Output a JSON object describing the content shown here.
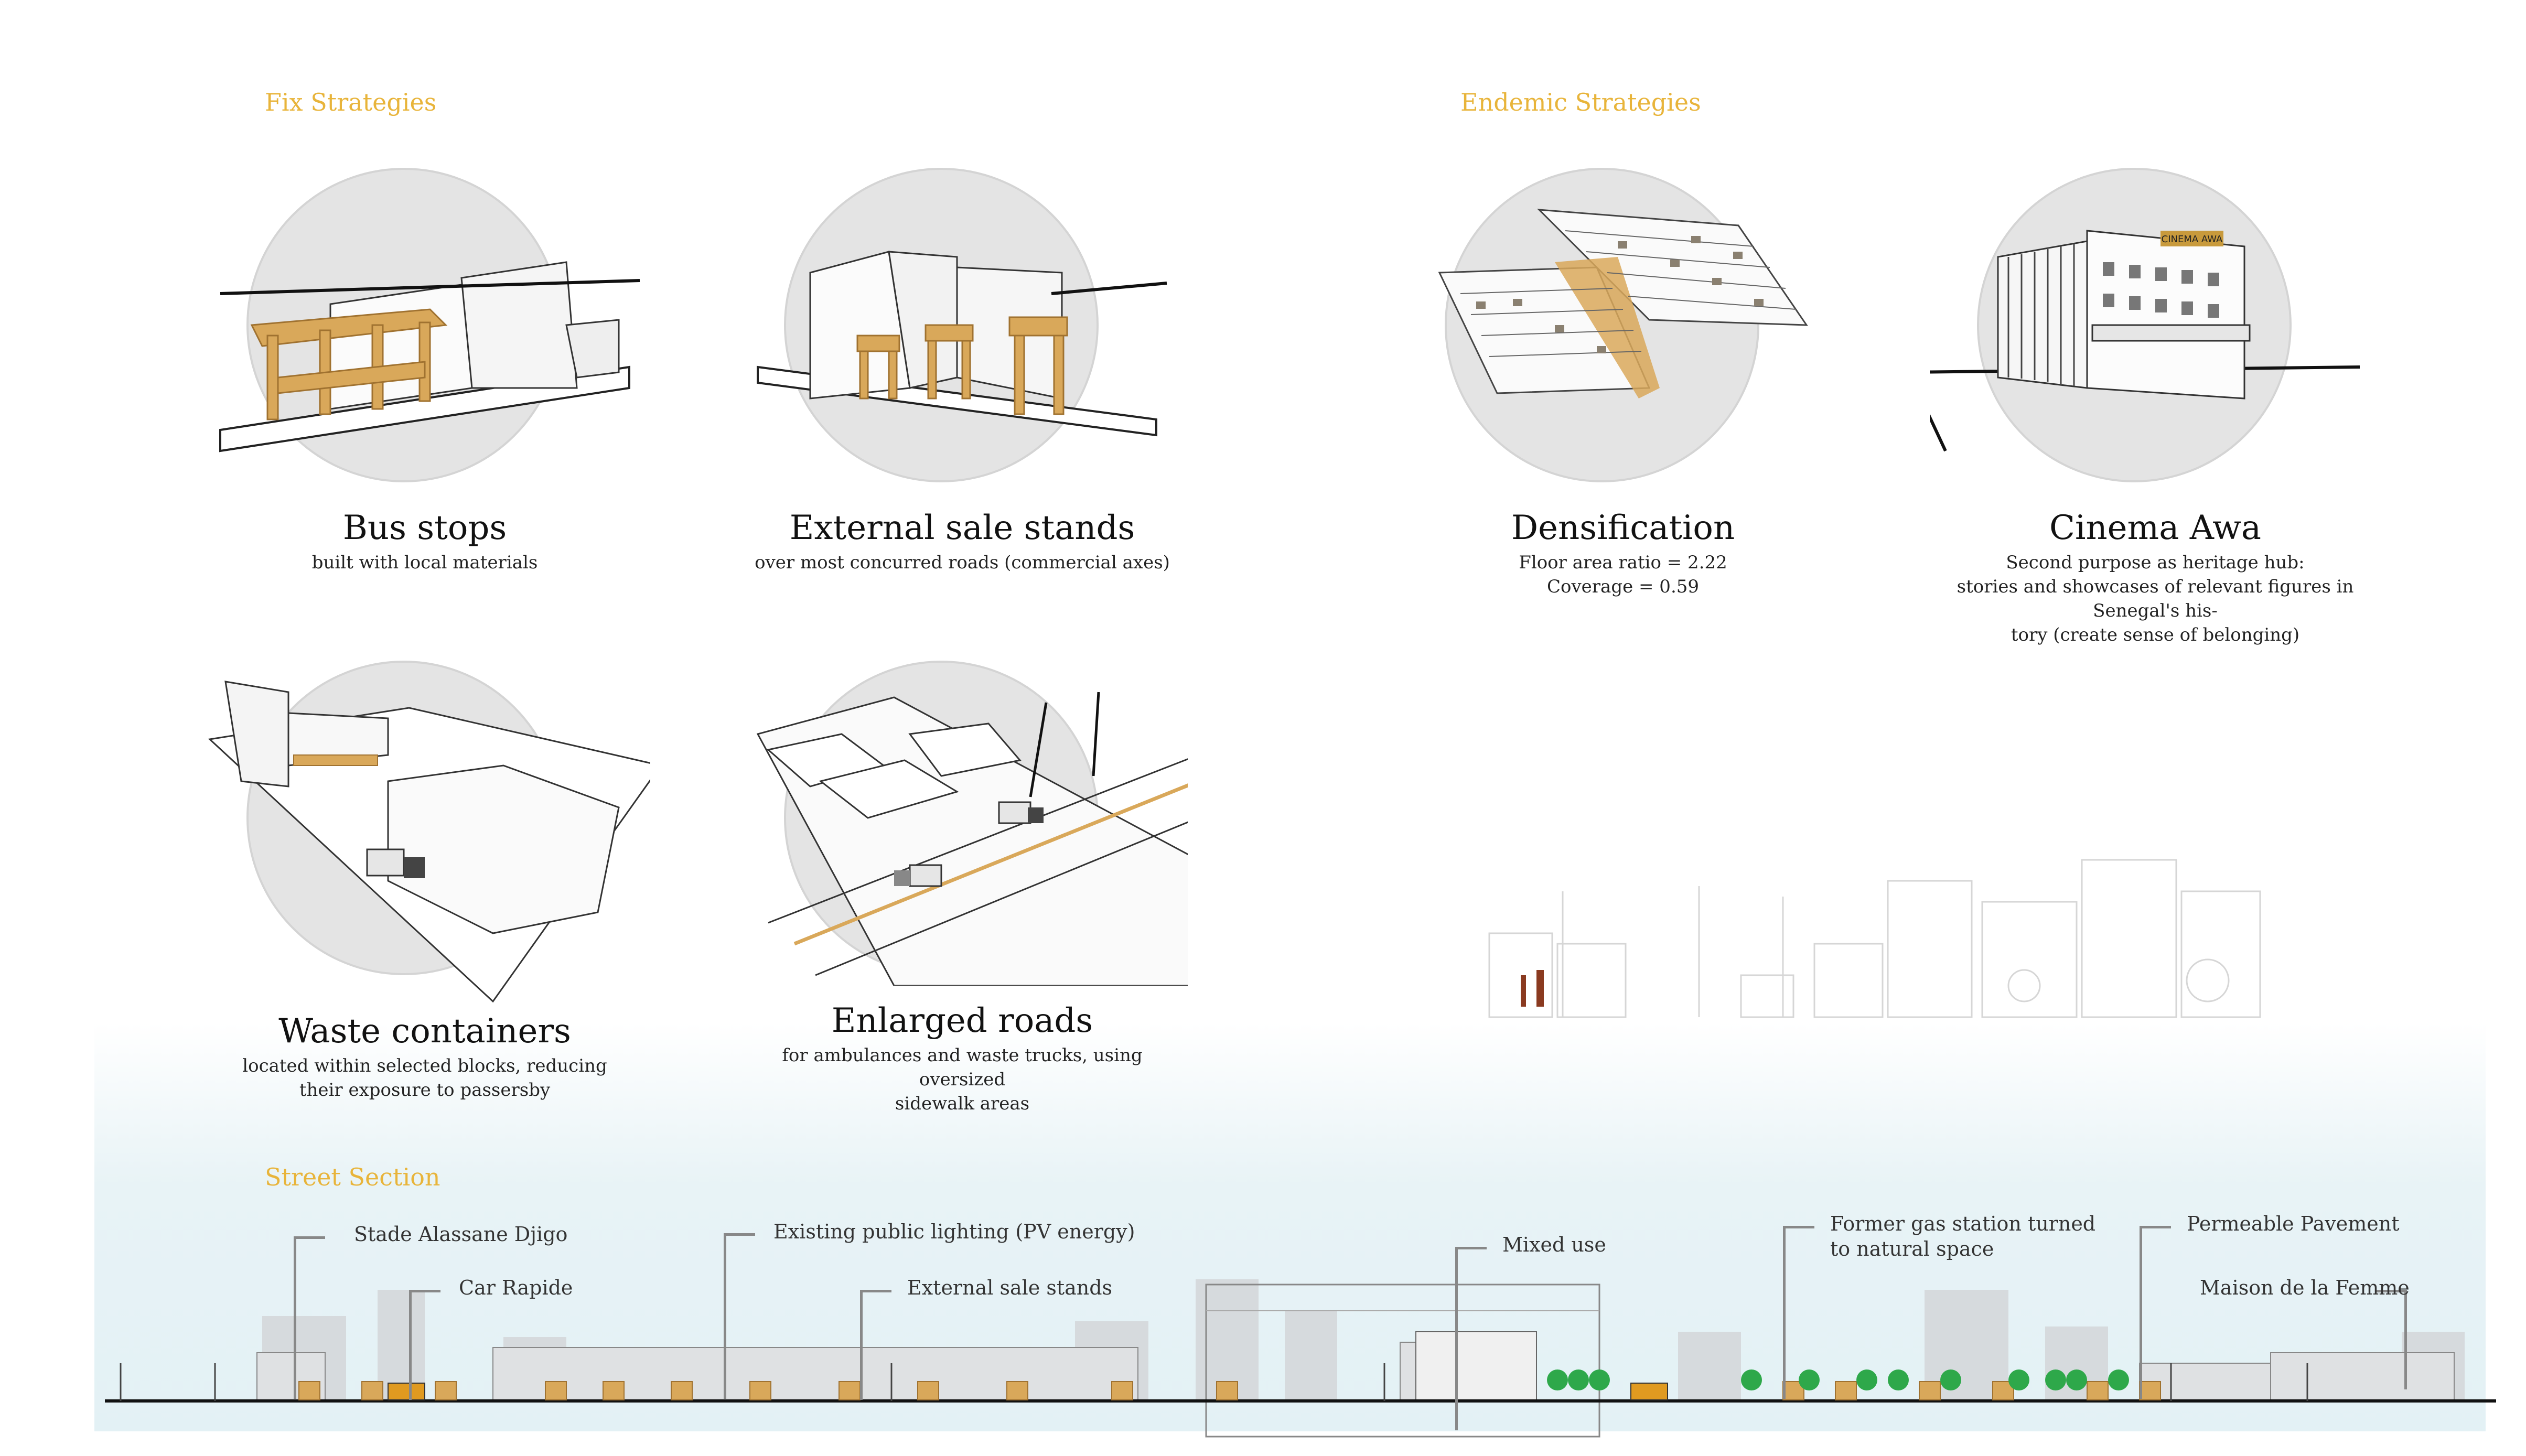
{
  "sections": {
    "fix": "Fix Strategies",
    "endemic": "Endemic Strategies",
    "street": "Street Section"
  },
  "cards": {
    "bus_stops": {
      "title": "Bus stops",
      "desc": "built with local materials"
    },
    "sale_stands": {
      "title": "External sale stands",
      "desc": "over most concurred roads (commercial axes)"
    },
    "densification": {
      "title": "Densification",
      "desc": "Floor area ratio = 2.22\nCoverage = 0.59"
    },
    "cinema": {
      "title": "Cinema Awa",
      "desc": "Second purpose as heritage hub:\nstories and showcases of relevant figures in Senegal's his-\ntory (create sense of belonging)"
    },
    "waste": {
      "title": "Waste containers",
      "desc": "located within selected blocks, reducing\ntheir exposure to passersby"
    },
    "roads": {
      "title": "Enlarged roads",
      "desc": "for ambulances and waste trucks, using oversized\nsidewalk areas"
    }
  },
  "street_labels": {
    "stade": "Stade Alassane Djigo",
    "car_rapide": "Car Rapide",
    "lighting": "Existing public lighting (PV energy)",
    "stands": "External sale stands",
    "mixed": "Mixed use",
    "gas": "Former gas station turned\nto natural space",
    "pavement": "Permeable Pavement",
    "maison": "Maison de la Femme"
  },
  "cinema_sign": "CINEMA AWA",
  "colors": {
    "accent": "#e8b43a",
    "wood": "#d9a85a",
    "circle": "#e4e4e4",
    "tree": "#2ea84a",
    "ground": "#111111",
    "skyline": "#d8dcdf"
  }
}
